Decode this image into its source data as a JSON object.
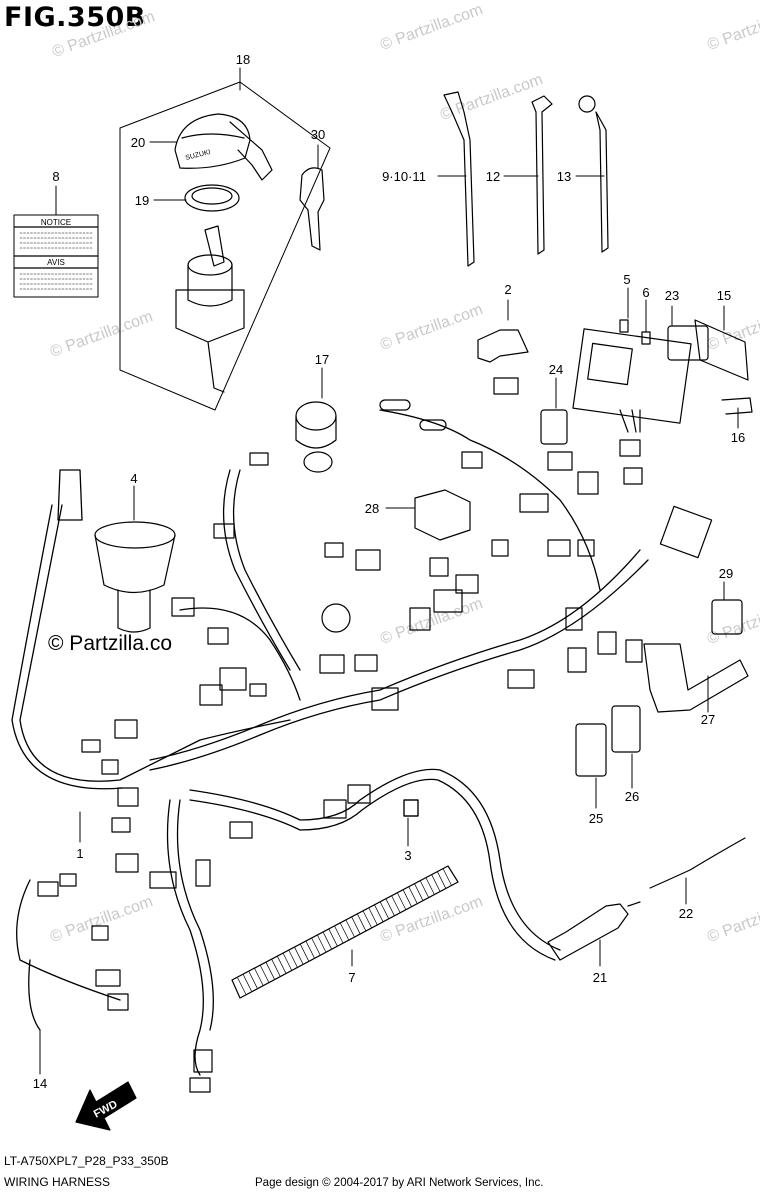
{
  "figure": {
    "title": "FIG.350B",
    "model_code": "LT-A750XPL7_P28_P33_350B",
    "subtitle": "WIRING HARNESS",
    "credit": "Page design © 2004-2017 by ARI Network Services, Inc.",
    "watermark": "© Partzilla.com",
    "watermark_main": "© Partzilla.co",
    "fwd_label": "FWD",
    "notice_label": "NOTICE",
    "avis_label": "AVIS",
    "key_brand": "SUZUKI"
  },
  "callouts": {
    "c1": "1",
    "c2": "2",
    "c3": "3",
    "c4": "4",
    "c5": "5",
    "c6": "6",
    "c7": "7",
    "c8": "8",
    "c9_11": "9·10·11",
    "c12": "12",
    "c13": "13",
    "c14": "14",
    "c15": "15",
    "c16": "16",
    "c17": "17",
    "c18": "18",
    "c19": "19",
    "c20": "20",
    "c21": "21",
    "c22": "22",
    "c23": "23",
    "c24": "24",
    "c25": "25",
    "c26": "26",
    "c27": "27",
    "c28": "28",
    "c29": "29",
    "c30": "30"
  }
}
